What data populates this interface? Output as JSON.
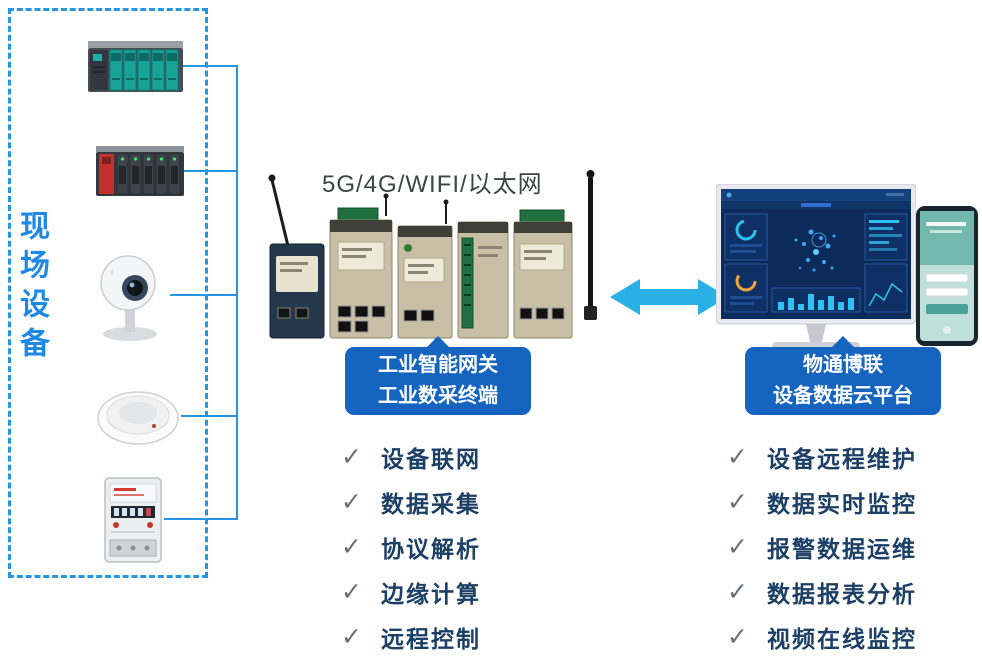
{
  "diagram": {
    "check_glyph": "✓",
    "field": {
      "label": "现场设备",
      "devices": [
        {
          "name": "plc-rack-green"
        },
        {
          "name": "plc-rack-red"
        },
        {
          "name": "ip-camera"
        },
        {
          "name": "smoke-detector"
        },
        {
          "name": "energy-meter"
        }
      ]
    },
    "gateway": {
      "connectivity": "5G/4G/WIFI/以太网",
      "bubble": [
        "工业智能网关",
        "工业数采终端"
      ],
      "features": [
        "设备联网",
        "数据采集",
        "协议解析",
        "边缘计算",
        "远程控制"
      ]
    },
    "platform": {
      "bubble": [
        "物通博联",
        "设备数据云平台"
      ],
      "features": [
        "设备远程维护",
        "数据实时监控",
        "报警数据运维",
        "数据报表分析",
        "视频在线监控"
      ]
    },
    "colors": {
      "line_blue": "#2596e0",
      "label_blue": "#1e88e5",
      "bubble_blue": "#1464c0",
      "arrow_cyan": "#29b1e6",
      "text_navy": "#1c3f66"
    }
  }
}
